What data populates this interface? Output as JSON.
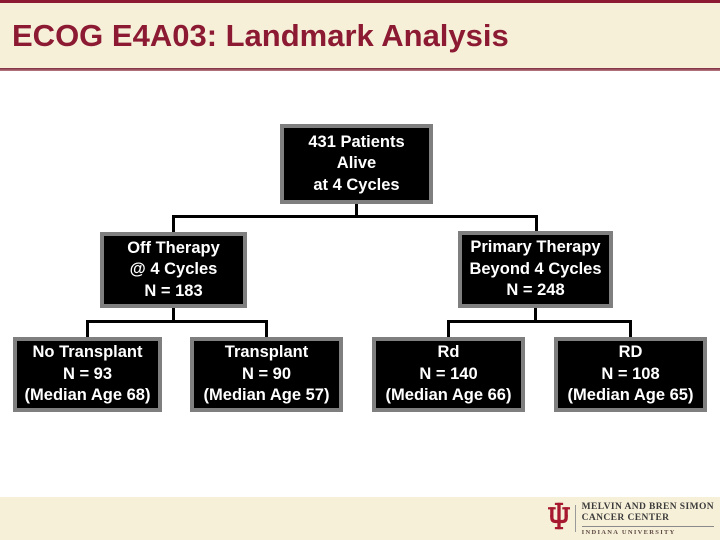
{
  "slide": {
    "title": "ECOG E4A03: Landmark Analysis"
  },
  "flowchart": {
    "root": {
      "line1": "431 Patients",
      "line2": "Alive",
      "line3": "at 4 Cycles"
    },
    "left_branch": {
      "line1": "Off Therapy",
      "line2": "@ 4 Cycles",
      "line3": "N = 183"
    },
    "right_branch": {
      "line1": "Primary Therapy",
      "line2": "Beyond 4 Cycles",
      "line3": "N = 248"
    },
    "leaves": [
      {
        "line1": "No Transplant",
        "line2": "N = 93",
        "line3": "(Median Age 68)"
      },
      {
        "line1": "Transplant",
        "line2": "N = 90",
        "line3": "(Median Age 57)"
      },
      {
        "line1": "Rd",
        "line2": "N = 140",
        "line3": "(Median Age 66)"
      },
      {
        "line1": "RD",
        "line2": "N = 108",
        "line3": "(Median Age 65)"
      }
    ]
  },
  "footer": {
    "logo": {
      "icon": "iu-trident-icon",
      "org_line1": "MELVIN AND BREN SIMON",
      "org_line2": "CANCER CENTER",
      "university": "INDIANA UNIVERSITY"
    }
  },
  "colors": {
    "header_bg": "#F7F0D9",
    "title_maroon": "#8B1A32",
    "box_bg": "#000000",
    "box_border": "#7F7F7F",
    "box_text": "#FFFFFF",
    "connector": "#000000",
    "iu_crimson": "#A6192E",
    "footer_text": "#3B3B3B"
  }
}
